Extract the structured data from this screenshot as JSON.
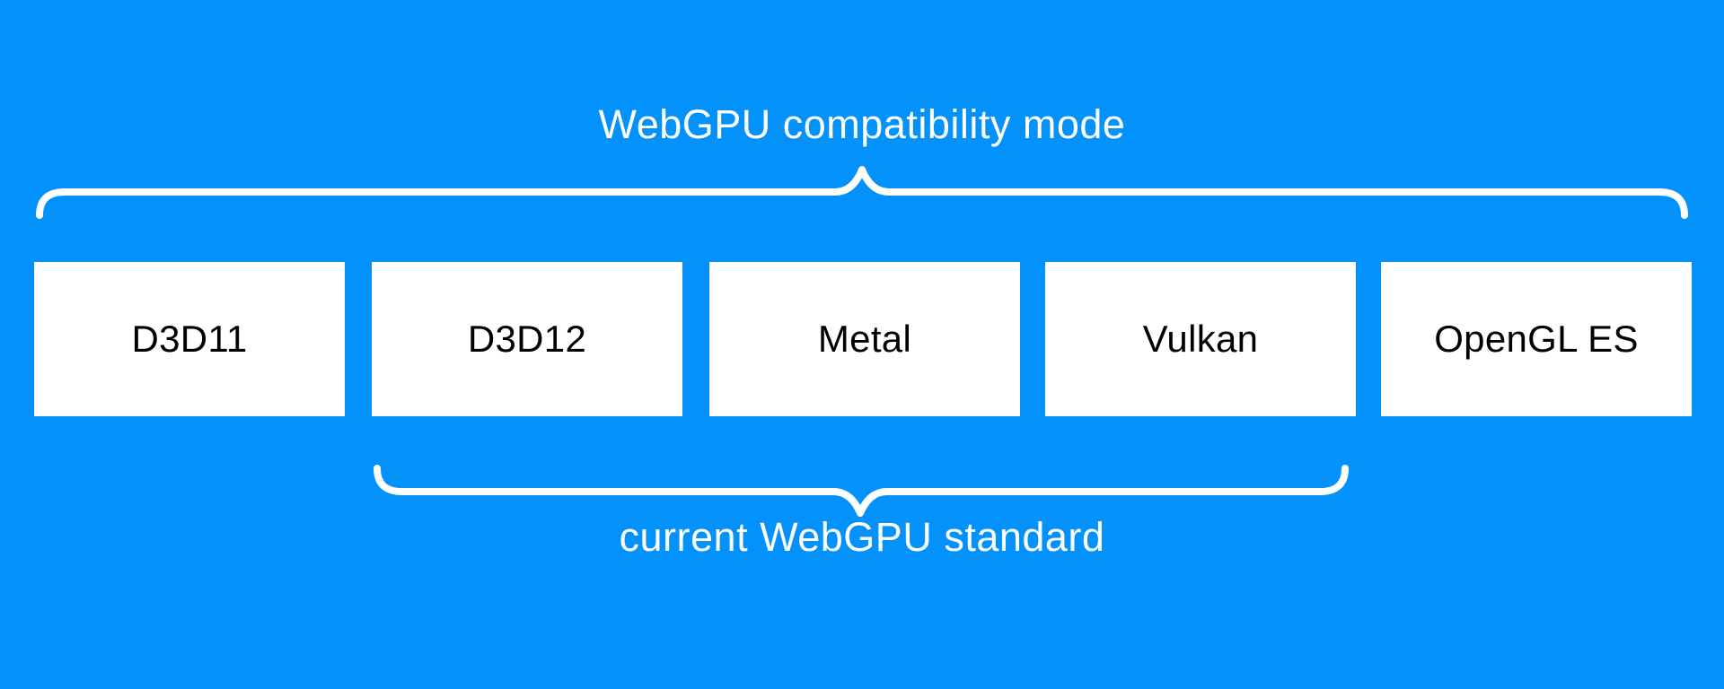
{
  "diagram": {
    "top_bracket_label": "WebGPU compatibility mode",
    "bottom_bracket_label": "current WebGPU standard",
    "api_boxes": [
      {
        "label": "D3D11"
      },
      {
        "label": "D3D12"
      },
      {
        "label": "Metal"
      },
      {
        "label": "Vulkan"
      },
      {
        "label": "OpenGL ES"
      }
    ]
  },
  "colors": {
    "background": "#0391fc",
    "box_background": "#ffffff",
    "box_text": "#000000",
    "bracket_stroke": "#ffffff",
    "label_text": "#ffffff"
  }
}
